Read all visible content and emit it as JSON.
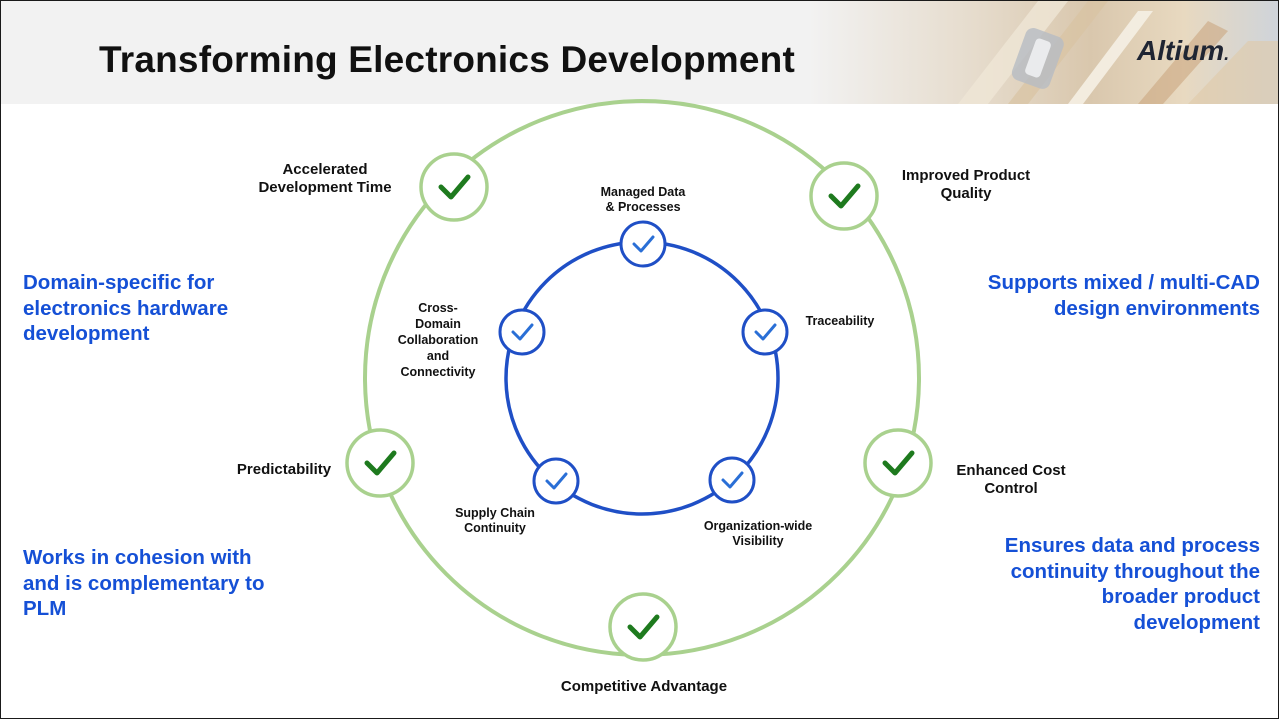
{
  "header": {
    "title": "Transforming Electronics Development",
    "logo": "Altium",
    "logo_dot": "."
  },
  "outer_ring": [
    {
      "lines": [
        "Accelerated",
        "Development Time"
      ],
      "icon": "check-icon"
    },
    {
      "lines": [
        "Improved Product",
        "Quality"
      ],
      "icon": "check-icon"
    },
    {
      "lines": [
        "Enhanced Cost",
        "Control"
      ],
      "icon": "check-icon"
    },
    {
      "lines": [
        "Competitive Advantage"
      ],
      "icon": "check-icon"
    },
    {
      "lines": [
        "Predictability"
      ],
      "icon": "check-icon"
    }
  ],
  "inner_ring": [
    {
      "lines": [
        "Managed Data",
        "& Processes"
      ],
      "icon": "check-icon"
    },
    {
      "lines": [
        "Traceability"
      ],
      "icon": "check-icon"
    },
    {
      "lines": [
        "Organization-wide",
        "Visibility"
      ],
      "icon": "check-icon"
    },
    {
      "lines": [
        "Supply Chain",
        "Continuity"
      ],
      "icon": "check-icon"
    },
    {
      "lines": [
        "Cross-",
        "Domain",
        "Collaboration",
        "and",
        "Connectivity"
      ],
      "icon": "check-icon"
    }
  ],
  "side_notes": {
    "top_left": [
      "Domain-specific for",
      "electronics hardware",
      "development"
    ],
    "bottom_left": [
      "Works in cohesion with",
      "and is complementary to",
      "PLM"
    ],
    "top_right": [
      "Supports mixed / multi-CAD",
      "design environments"
    ],
    "bottom_right": [
      "Ensures data and process",
      "continuity throughout the",
      "broader product",
      "development"
    ]
  },
  "colors": {
    "outer_ring": "#a9d18e",
    "outer_check": "#1e7a1e",
    "inner_ring": "#1f4fc6",
    "inner_check": "#2a6fd6",
    "side_text": "#1550d6"
  }
}
